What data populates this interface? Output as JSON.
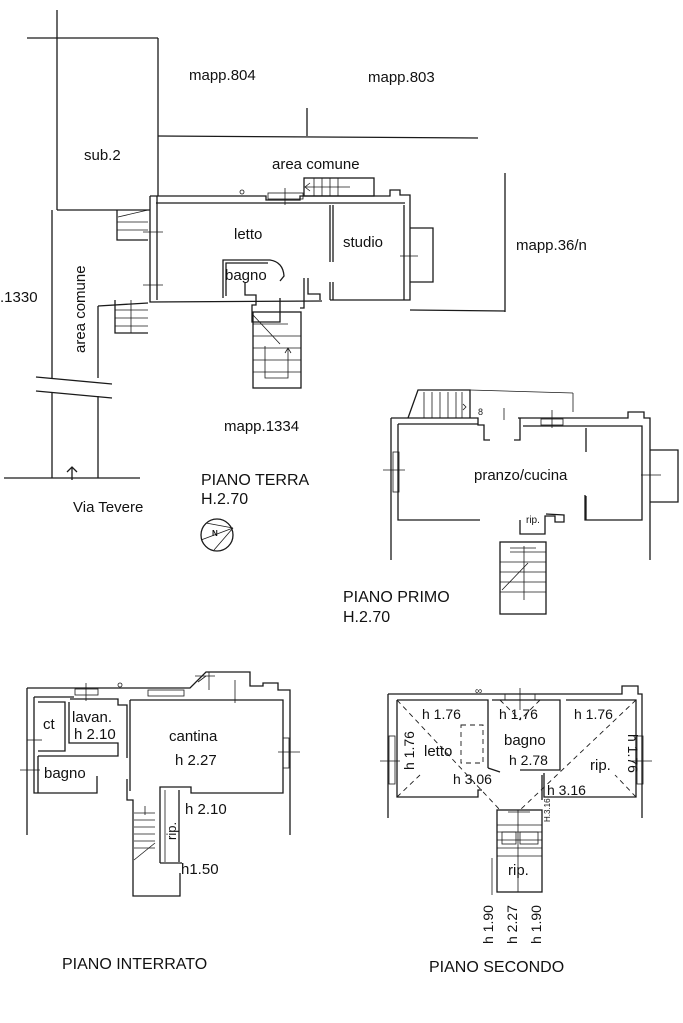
{
  "parcels": {
    "mapp_804": "mapp.804",
    "mapp_803": "mapp.803",
    "sub_2": "sub.2",
    "area_comune_top": "area comune",
    "area_comune_side": "area comune",
    "mapp_36n": "mapp.36/n",
    "mapp_1330": ".1330",
    "mapp_1334": "mapp.1334",
    "street": "Via Tevere"
  },
  "floors": {
    "piano_terra": {
      "title": "PIANO TERRA",
      "height": "H.2.70",
      "rooms": {
        "letto": "letto",
        "studio": "studio",
        "bagno": "bagno"
      }
    },
    "piano_primo": {
      "title": "PIANO PRIMO",
      "height": "H.2.70",
      "rooms": {
        "pranzo_cucina": "pranzo/cucina",
        "rip": "rip."
      }
    },
    "piano_interrato": {
      "title": "PIANO INTERRATO",
      "rooms": {
        "ct": "ct",
        "lavan": "lavan.",
        "lavan_h": "h 2.10",
        "bagno": "bagno",
        "cantina": "cantina",
        "cantina_h": "h 2.27",
        "rip": "rip.",
        "h_210": "h 2.10",
        "h_150": "h1.50"
      }
    },
    "piano_secondo": {
      "title": "PIANO SECONDO",
      "rooms": {
        "letto": "letto",
        "letto_h_top": "h 1.76",
        "letto_h_side": "h 1.76",
        "letto_h_center": "h 3.06",
        "bagno": "bagno",
        "bagno_h_top": "h 1.76",
        "bagno_h": "h 2.78",
        "rip": "rip.",
        "rip_h_top": "h 1.76",
        "rip_h_side": "h 1.76",
        "rip_h_center": "h 3.16",
        "stair_h": "H.3.16",
        "rip_lower": "rip.",
        "h_190_a": "h 1.90",
        "h_227": "h 2.27",
        "h_190_b": "h 1.90"
      }
    }
  },
  "compass": {
    "label": "N"
  }
}
